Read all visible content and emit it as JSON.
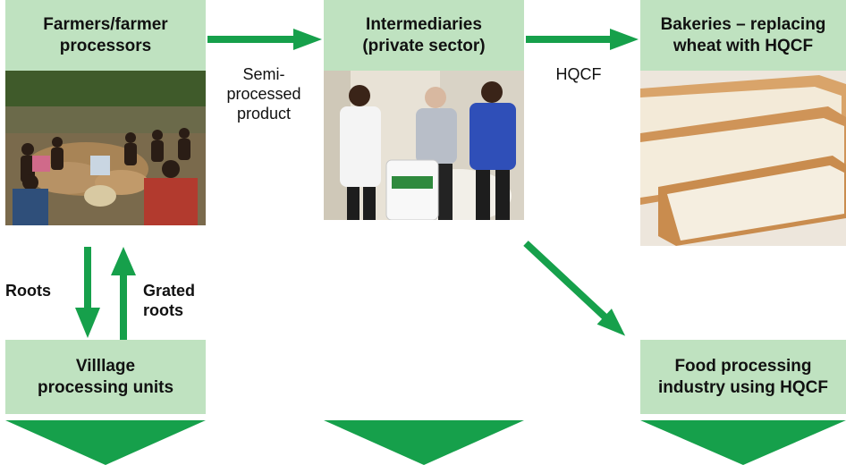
{
  "nodes": {
    "farmers": "Farmers/farmer\nprocessors",
    "intermediaries": "Intermediaries\n(private sector)",
    "bakeries": "Bakeries – replacing\nwheat with HQCF",
    "village": "Villlage\nprocessing units",
    "food_industry": "Food processing\nindustry using HQCF"
  },
  "edge_labels": {
    "semi": "Semi-\nprocessed\nproduct",
    "hqcf": "HQCF",
    "roots": "Roots",
    "grated": "Grated\nroots"
  },
  "colors": {
    "box_fill": "#bfe2c0",
    "arrow": "#16a04b"
  },
  "photos": {
    "farmers": "photo of farmers sorting cassava roots",
    "intermediaries": "photo of three men with HQCF sacks",
    "bakeries": "photo of sliced bread"
  }
}
